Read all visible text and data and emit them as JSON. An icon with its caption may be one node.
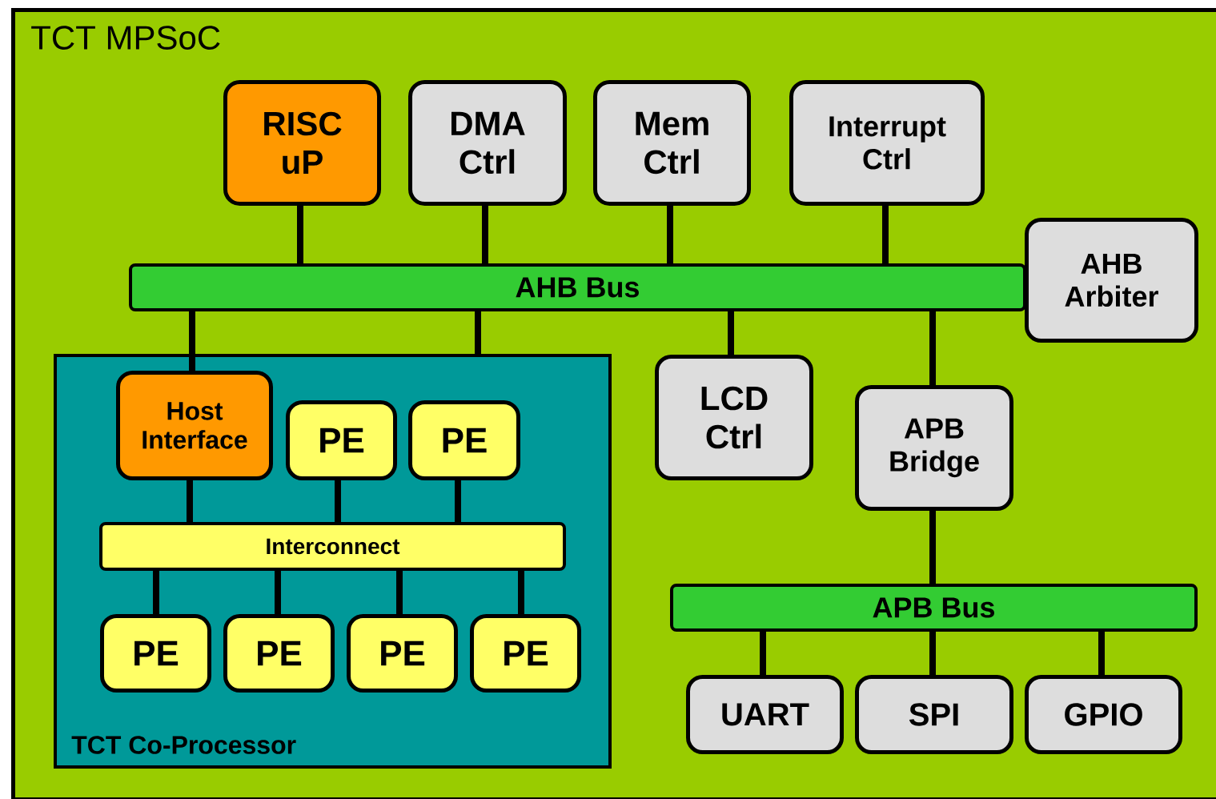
{
  "diagram": {
    "nodes": [
      {
        "text": [
          "TCT MPSoC"
        ]
      },
      {
        "text": [
          "RISC uP"
        ],
        "in": 0
      },
      {
        "text": [
          "DMA Ctrl"
        ],
        "in": 0
      },
      {
        "text": [
          "Mem Ctrl"
        ],
        "in": 0
      },
      {
        "text": [
          "Interrupt Ctrl"
        ],
        "in": 0
      },
      {
        "text": [
          "AHB Arbiter"
        ],
        "in": 0
      },
      {
        "text": [
          "AHB Bus"
        ],
        "in": 0
      },
      {
        "text": [
          "TCT Co-Processor"
        ],
        "in": 0
      },
      {
        "text": [
          "Host Interface"
        ],
        "in": 7
      },
      {
        "text": [
          "PE"
        ],
        "in": 7
      },
      {
        "text": [
          "PE"
        ],
        "in": 7
      },
      {
        "text": [
          "Interconnect"
        ],
        "in": 7
      },
      {
        "text": [
          "PE"
        ],
        "in": 7
      },
      {
        "text": [
          "PE"
        ],
        "in": 7
      },
      {
        "text": [
          "PE"
        ],
        "in": 7
      },
      {
        "text": [
          "PE"
        ],
        "in": 7
      },
      {
        "text": [
          "LCD Ctrl"
        ],
        "in": 0
      },
      {
        "text": [
          "APB Bridge"
        ],
        "in": 0
      },
      {
        "text": [
          "APB Bus"
        ],
        "in": 0
      },
      {
        "text": [
          "UART"
        ],
        "in": 0
      },
      {
        "text": [
          "SPI"
        ],
        "in": 0
      },
      {
        "text": [
          "GPIO"
        ],
        "in": 0
      }
    ],
    "edges": [
      {
        "from": 1,
        "to": 6,
        "arrow": "none"
      },
      {
        "from": 2,
        "to": 6,
        "arrow": "none"
      },
      {
        "from": 3,
        "to": 6,
        "arrow": "none"
      },
      {
        "from": 4,
        "to": 6,
        "arrow": "none"
      },
      {
        "from": 6,
        "to": 8,
        "arrow": "none"
      },
      {
        "from": 6,
        "to": 7,
        "arrow": "none"
      },
      {
        "from": 6,
        "to": 16,
        "arrow": "none"
      },
      {
        "from": 6,
        "to": 17,
        "arrow": "none"
      },
      {
        "from": 8,
        "to": 11,
        "arrow": "none"
      },
      {
        "from": 9,
        "to": 11,
        "arrow": "none"
      },
      {
        "from": 10,
        "to": 11,
        "arrow": "none"
      },
      {
        "from": 11,
        "to": 12,
        "arrow": "none"
      },
      {
        "from": 11,
        "to": 13,
        "arrow": "none"
      },
      {
        "from": 11,
        "to": 14,
        "arrow": "none"
      },
      {
        "from": 11,
        "to": 15,
        "arrow": "none"
      },
      {
        "from": 17,
        "to": 18,
        "arrow": "none"
      },
      {
        "from": 18,
        "to": 19,
        "arrow": "none"
      },
      {
        "from": 18,
        "to": 20,
        "arrow": "none"
      },
      {
        "from": 18,
        "to": 21,
        "arrow": "none"
      }
    ]
  }
}
